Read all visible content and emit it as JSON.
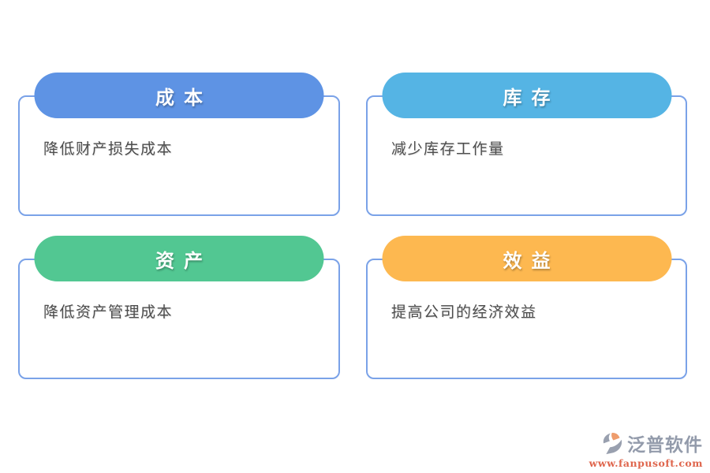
{
  "page": {
    "background_color": "#ffffff",
    "card_border_color": "#7AA2E8",
    "body_text_color": "#4D4D4D"
  },
  "cards": [
    {
      "id": "cost",
      "title": "成本",
      "body": "降低财产损失成本",
      "pill_color": "#5E93E4"
    },
    {
      "id": "inventory",
      "title": "库存",
      "body": "减少库存工作量",
      "pill_color": "#55B4E4"
    },
    {
      "id": "asset",
      "title": "资产",
      "body": "降低资产管理成本",
      "pill_color": "#52C792"
    },
    {
      "id": "benefit",
      "title": "效益",
      "body": "提高公司的经济效益",
      "pill_color": "#FDB850"
    }
  ],
  "footer": {
    "logo_text": "泛普软件",
    "logo_url": "www.fanpusoft.com",
    "logo_text_color": "#939BAB",
    "logo_url_color": "#DF654C",
    "logo_mark_gray": "#99A0AF",
    "logo_mark_orange": "#EE9C6C"
  }
}
